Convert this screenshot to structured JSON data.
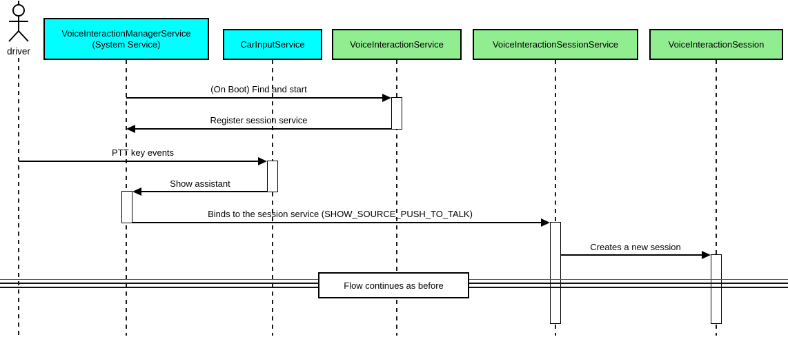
{
  "diagram_type": "uml-sequence",
  "actor": {
    "name": "driver"
  },
  "participants": [
    {
      "label": "VoiceInteractionManagerService",
      "sublabel": "(System Service)",
      "fill": "#00ffff"
    },
    {
      "label": "CarInputService",
      "fill": "#00ffff"
    },
    {
      "label": "VoiceInteractionService",
      "fill": "#90ee90"
    },
    {
      "label": "VoiceInteractionSessionService",
      "fill": "#90ee90"
    },
    {
      "label": "VoiceInteractionSession",
      "fill": "#90ee90"
    }
  ],
  "messages": [
    {
      "label": "(On Boot) Find and start",
      "from": "VoiceInteractionManagerService",
      "to": "VoiceInteractionService",
      "direction": "right"
    },
    {
      "label": "Register session service",
      "from": "VoiceInteractionService",
      "to": "VoiceInteractionManagerService",
      "direction": "left"
    },
    {
      "label": "PTT key events",
      "from": "driver",
      "to": "CarInputService",
      "direction": "right"
    },
    {
      "label": "Show assistant",
      "from": "CarInputService",
      "to": "VoiceInteractionManagerService",
      "direction": "left"
    },
    {
      "label": "Binds to the session service (SHOW_SOURCE_PUSH_TO_TALK)",
      "from": "VoiceInteractionManagerService",
      "to": "VoiceInteractionSessionService",
      "direction": "right"
    },
    {
      "label": "Creates a new session",
      "from": "VoiceInteractionSessionService",
      "to": "VoiceInteractionSession",
      "direction": "right"
    }
  ],
  "divider": {
    "label": "Flow continues as before"
  },
  "colors": {
    "participant_cyan": "#00ffff",
    "participant_green": "#90ee90",
    "line": "#000000",
    "background": "#ffffff"
  }
}
